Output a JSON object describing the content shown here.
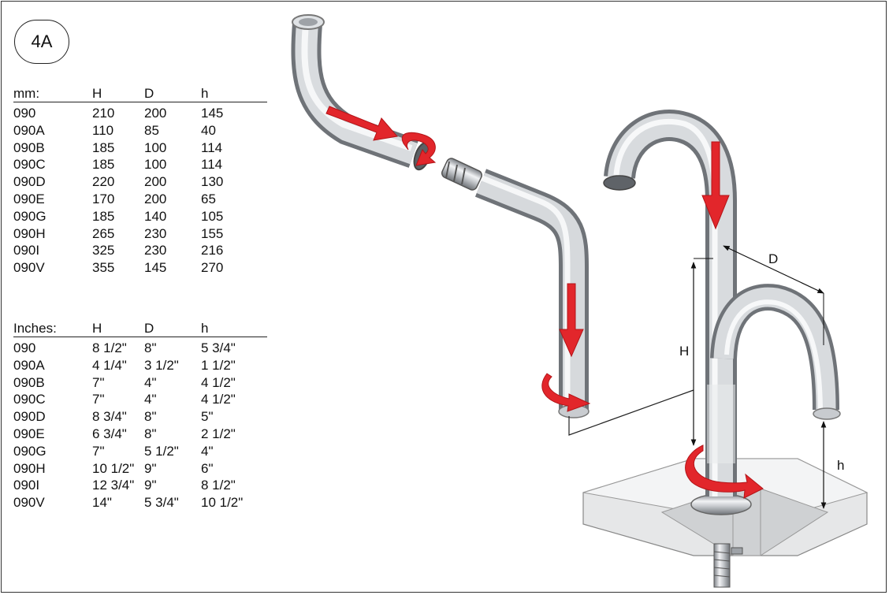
{
  "badge": "4A",
  "table_mm": {
    "headers": [
      "mm:",
      "H",
      "D",
      "h"
    ],
    "rows": [
      [
        "090",
        "210",
        "200",
        "145"
      ],
      [
        "090A",
        "110",
        "85",
        "40"
      ],
      [
        "090B",
        "185",
        "100",
        "114"
      ],
      [
        "090C",
        "185",
        "100",
        "114"
      ],
      [
        "090D",
        "220",
        "200",
        "130"
      ],
      [
        "090E",
        "170",
        "200",
        "65"
      ],
      [
        "090G",
        "185",
        "140",
        "105"
      ],
      [
        "090H",
        "265",
        "230",
        "155"
      ],
      [
        "090I",
        "325",
        "230",
        "216"
      ],
      [
        "090V",
        "355",
        "145",
        "270"
      ]
    ]
  },
  "table_in": {
    "headers": [
      "Inches:",
      "H",
      "D",
      "h"
    ],
    "rows": [
      [
        "090",
        "8 1/2\"",
        "8\"",
        "5 3/4\""
      ],
      [
        "090A",
        "4 1/4\"",
        "3 1/2\"",
        "1 1/2\""
      ],
      [
        "090B",
        "7\"",
        "4\"",
        "4 1/2\""
      ],
      [
        "090C",
        "7\"",
        "4\"",
        "4 1/2\""
      ],
      [
        "090D",
        "8 3/4\"",
        "8\"",
        "5\""
      ],
      [
        "090E",
        "6 3/4\"",
        "8\"",
        "2 1/2\""
      ],
      [
        "090G",
        "7\"",
        "5 1/2\"",
        "4\""
      ],
      [
        "090H",
        "10 1/2\"",
        "9\"",
        "6\""
      ],
      [
        "090I",
        "12 3/4\"",
        "9\"",
        "8 1/2\""
      ],
      [
        "090V",
        "14\"",
        "5 3/4\"",
        "10 1/2\""
      ]
    ]
  },
  "dimensions": {
    "H": "H",
    "D": "D",
    "h": "h"
  },
  "colors": {
    "arrow": "#e2262b",
    "chrome_dark": "#8d9196",
    "chrome_light": "#eef0f2",
    "frame": "#333333"
  }
}
